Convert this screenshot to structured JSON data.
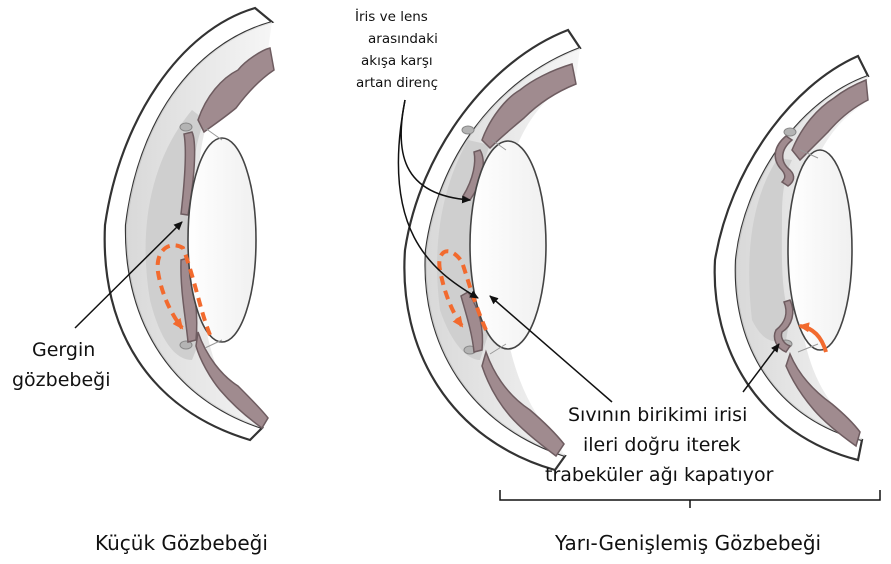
{
  "labels": {
    "resistance_note": [
      "İris ve lens",
      "arasındaki",
      "akışa karşı",
      "artan direnç"
    ],
    "taut_pupil": [
      "Gergin",
      "gözbebeği"
    ],
    "fluid_buildup": [
      "Sıvının birikimi irisi",
      "ileri doğru iterek",
      "trabeküler ağı kapatıyor"
    ],
    "caption_left": "Küçük Gözbebeği",
    "caption_right": "Yarı-Genişlemiş Gözbebeği"
  },
  "colors": {
    "flow_arrow": "#f26a2e",
    "iris": "#a08b8f",
    "iris_edge": "#6e5c60",
    "sclera_edge": "#333333",
    "chamber_fill": "#e4e4e4",
    "ciliary_gray": "#b4b4b4"
  }
}
